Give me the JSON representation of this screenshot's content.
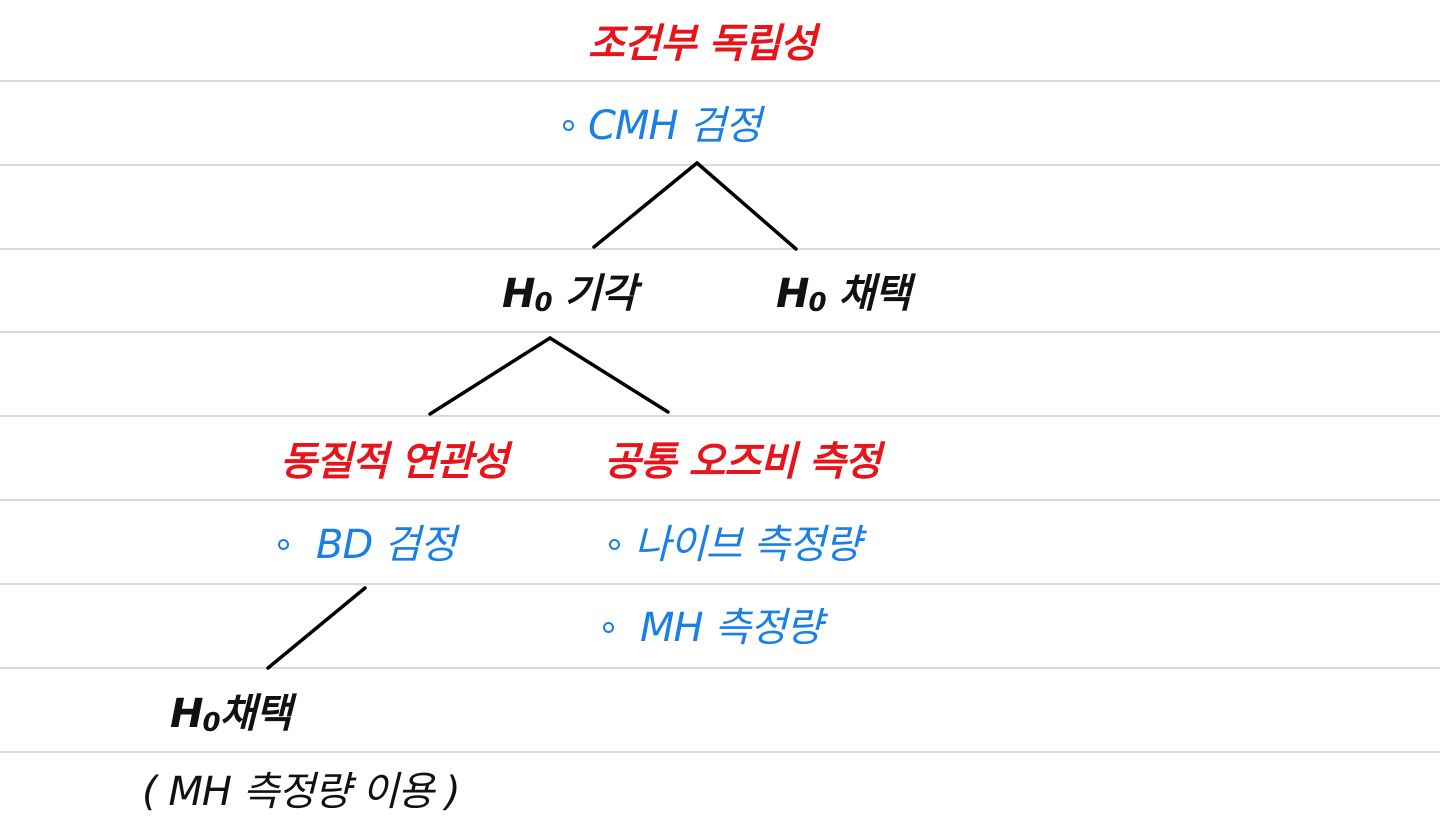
{
  "root": {
    "heading": "조건부 독립성",
    "method": "CMH 검정"
  },
  "reject_h0": {
    "h": "H",
    "sub": "0",
    "suffix": "기각",
    "homogeneous": {
      "heading": "동질적 연관성",
      "method": "BD 검정",
      "accept_h0": {
        "h": "H",
        "sub": "0",
        "suffix": "채택",
        "note": "( MH 측정량 이용 )"
      }
    },
    "common_odds": {
      "heading": "공통 오즈비 측정",
      "methods": [
        "나이브 측정량",
        "MH 측정량"
      ]
    }
  },
  "accept_h0": {
    "h": "H",
    "sub": "0",
    "suffix": "채택"
  }
}
